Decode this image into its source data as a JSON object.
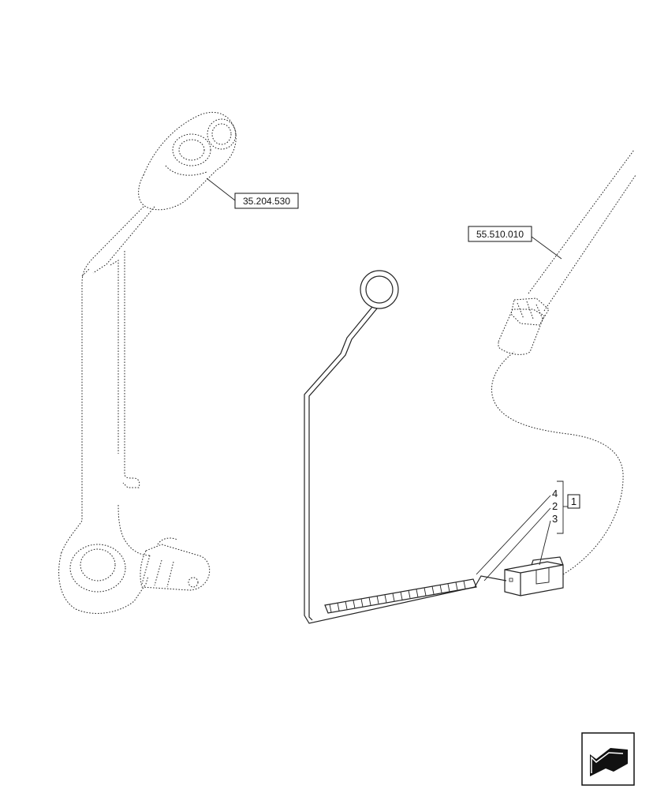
{
  "callouts": {
    "part_ref_1": "35.204.530",
    "part_ref_2": "55.510.010",
    "item_4": "4",
    "item_2": "2",
    "item_3": "3",
    "group_ref": "1"
  }
}
